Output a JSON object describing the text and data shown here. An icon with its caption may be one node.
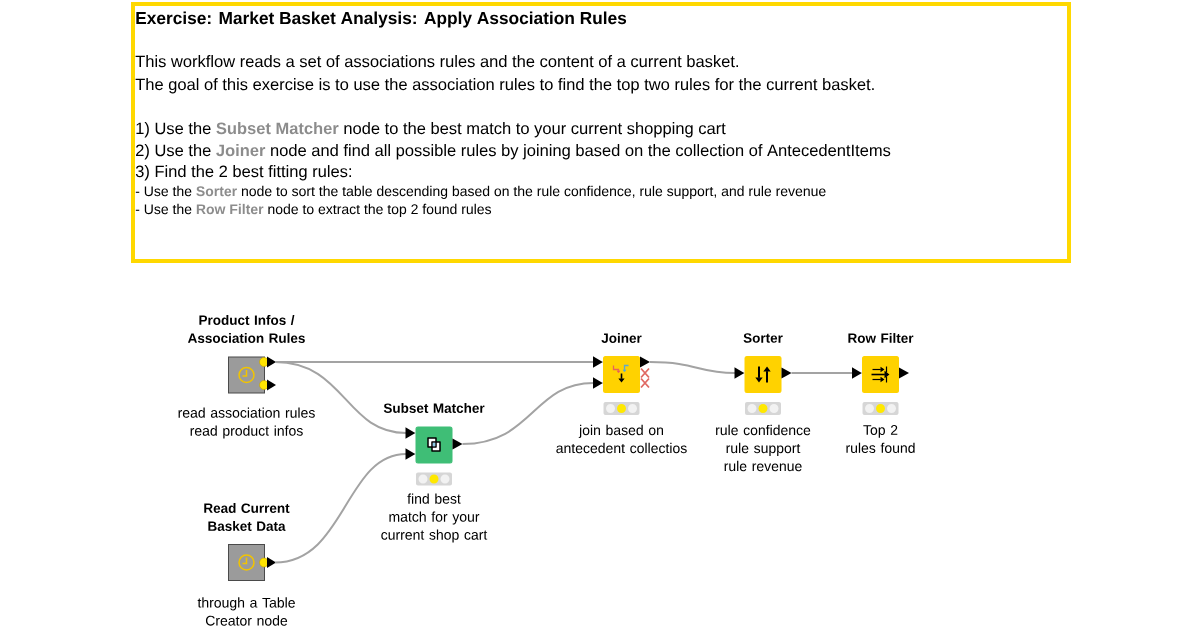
{
  "diagram": {
    "nodes": [
      {
        "text": [
          "Exercise: Market Basket Analysis: Apply Association Rules",
          "This workflow reads a set of associations rules and the content of a current basket.",
          "The goal of this exercise is to use the association rules to find the top two rules for the current basket.",
          "1) Use the **Subset Matcher** node to the best match to your current shopping cart",
          "2) Use the **Joiner** node and find all possible rules by joining based on the collection of AntecedentItems",
          "3) Find the 2 best fitting rules:",
          "- Use the **Sorter** node to sort the table descending based on the rule confidence, rule support, and rule revenue",
          "- Use the **Row Filter** node to extract the top 2 found rules"
        ]
      },
      {
        "text": [
          "Product Infos / Association Rules"
        ],
        "beside": [
          "read association rules read product infos"
        ]
      },
      {
        "text": [
          "Subset Matcher"
        ],
        "beside": [
          "find best match for your current shop cart"
        ]
      },
      {
        "text": [
          "Read Current Basket Data"
        ],
        "beside": [
          "through a Table Creator node"
        ]
      },
      {
        "text": [
          "Joiner"
        ],
        "beside": [
          "join based on antecedent collectios"
        ]
      },
      {
        "text": [
          "Sorter"
        ],
        "beside": [
          "rule confidence rule support rule revenue"
        ]
      },
      {
        "text": [
          "Row Filter"
        ],
        "beside": [
          "Top 2 rules found"
        ]
      }
    ],
    "edges": [
      {
        "from": 1,
        "to": 4,
        "arrow": "to"
      },
      {
        "from": 1,
        "to": 2,
        "arrow": "to"
      },
      {
        "from": 3,
        "to": 2,
        "arrow": "to"
      },
      {
        "from": 2,
        "to": 4,
        "arrow": "to"
      },
      {
        "from": 4,
        "to": 5,
        "arrow": "to"
      },
      {
        "from": 5,
        "to": 6,
        "arrow": "to"
      }
    ]
  }
}
